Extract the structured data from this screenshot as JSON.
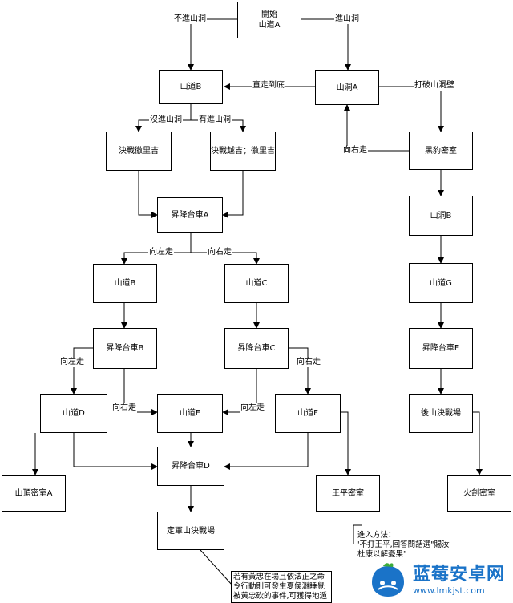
{
  "nodes": {
    "start": "開始\n山道A",
    "b_top": "山道B",
    "caveA": "山洞A",
    "fight1": "決戰徽里吉",
    "fight2": "決戰越吉；徽里吉",
    "black": "黑豹密室",
    "liftA": "昇降台車A",
    "caveB": "山洞B",
    "roadB": "山道B",
    "roadC": "山道C",
    "roadG": "山道G",
    "liftB": "昇降台車B",
    "liftC": "昇降台車C",
    "liftE": "昇降台車E",
    "roadD": "山道D",
    "roadE": "山道E",
    "roadF": "山道F",
    "backfight": "後山決戰場",
    "liftD": "昇降台車D",
    "peak": "山頂密室A",
    "king": "王平密室",
    "fire": "火劍密室",
    "final": "定軍山決戰場"
  },
  "edge_labels": {
    "no_cave": "不進山洞",
    "enter_cave": "進山洞",
    "straight": "直走到底",
    "break_wall": "打破山洞壁",
    "not_enter": "沒進山洞",
    "has_enter": "有進山洞",
    "go_right_black": "向右走",
    "left_a": "向左走",
    "right_a": "向右走",
    "left_b": "向左走",
    "right_c": "向右走",
    "right_b": "向右走",
    "left_c": "向左走"
  },
  "notes": {
    "entry": "進入方法：\n'不打王平,回答問話選\"賜汝\n杜康以解憂果\"",
    "final": "若有黃忠在場且依法正之命\n令行動則可發生夏侯淵睡覺\n被黃忠砍的事件,可獲得地遁"
  },
  "watermark": {
    "name": "蓝莓安卓网",
    "url": "www.lmkjst.com",
    "brand_color": "#1a73c8"
  }
}
